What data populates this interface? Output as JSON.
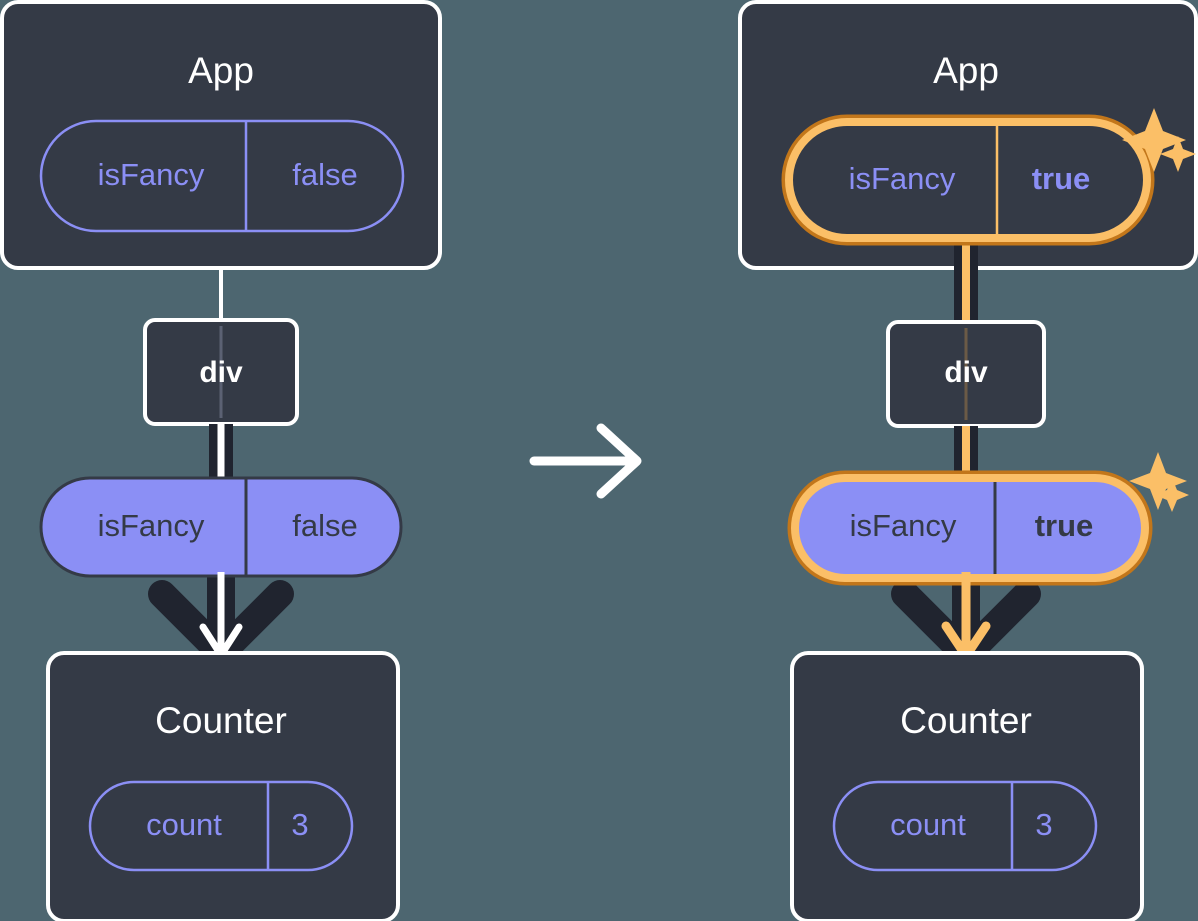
{
  "figure": {
    "kind": "react-state-props-propagation-diagram",
    "background_color": "#4d6670",
    "transition_icon": "right-arrow-icon"
  },
  "palette": {
    "background": "#4d6670",
    "card_fill": "#343a46",
    "card_border": "#ffffff",
    "pill_lavender_fill": "#8b8ff5",
    "pill_lavender_text": "#343a46",
    "pill_outline_stroke": "#8b8ff5",
    "pill_outline_text": "#8b8ff5",
    "highlight_outer_orange": "#c2761a",
    "highlight_inner_orange": "#fbbf67",
    "edge_dark": "#20242f",
    "edge_light_left": "#ffffff",
    "edge_light_right": "#fbbf67"
  },
  "panels": [
    {
      "id": "before",
      "name": "before-panel",
      "highlighted": false,
      "app_card": {
        "title": "App",
        "state_pill": {
          "key": "isFancy",
          "value": "false",
          "style": "outline",
          "highlighted": false,
          "value_bold": false
        }
      },
      "div_node": {
        "label": "div"
      },
      "props_pill": {
        "key": "isFancy",
        "value": "false",
        "style": "filled",
        "highlighted": false,
        "value_bold": false
      },
      "counter_card": {
        "title": "Counter",
        "state_pill": {
          "key": "count",
          "value": "3",
          "style": "outline",
          "highlighted": false,
          "value_bold": false
        }
      },
      "sparkles": []
    },
    {
      "id": "after",
      "name": "after-panel",
      "highlighted": true,
      "app_card": {
        "title": "App",
        "state_pill": {
          "key": "isFancy",
          "value": "true",
          "style": "outline",
          "highlighted": true,
          "value_bold": true
        }
      },
      "div_node": {
        "label": "div"
      },
      "props_pill": {
        "key": "isFancy",
        "value": "true",
        "style": "filled",
        "highlighted": true,
        "value_bold": true
      },
      "counter_card": {
        "title": "Counter",
        "state_pill": {
          "key": "count",
          "value": "3",
          "style": "outline",
          "highlighted": false,
          "value_bold": false
        }
      },
      "sparkles": [
        "sparkle-large-icon",
        "sparkle-small-icon"
      ]
    }
  ]
}
